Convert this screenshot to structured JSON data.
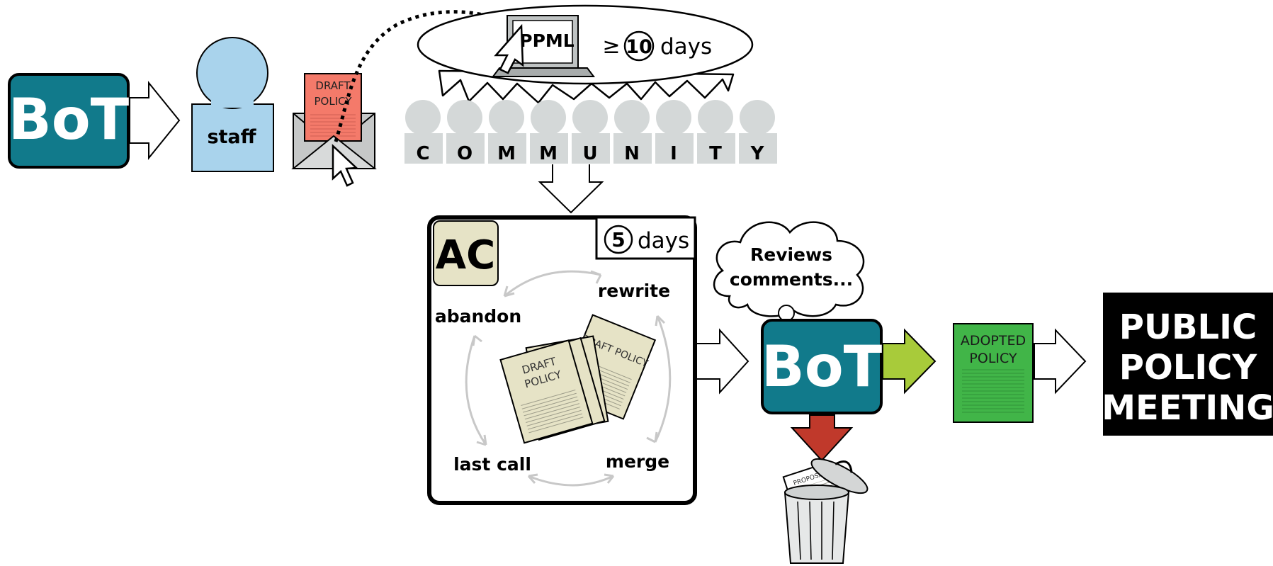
{
  "bot_left": {
    "label": "BoT"
  },
  "staff": {
    "label": "staff"
  },
  "draft_envelope": {
    "label_line1": "DRAFT",
    "label_line2": "POLICY"
  },
  "speech": {
    "ppml_label": "PPML",
    "ge_symbol": "≥",
    "days_number": "10",
    "days_label": "days"
  },
  "community": {
    "letters": [
      "C",
      "O",
      "M",
      "M",
      "U",
      "N",
      "I",
      "T",
      "Y"
    ]
  },
  "ac": {
    "badge": "AC",
    "days_number": "5",
    "days_label": "days",
    "rewrite": "rewrite",
    "abandon": "abandon",
    "last_call": "last call",
    "merge": "merge",
    "doc_front_line1": "DRAFT",
    "doc_front_line2": "POLICY",
    "doc_back": "DRAFT POLICY"
  },
  "thought": {
    "line1": "Reviews",
    "line2": "comments..."
  },
  "bot_right": {
    "label": "BoT"
  },
  "adopted": {
    "line1": "ADOPTED",
    "line2": "POLICY"
  },
  "trash": {
    "paper_label": "PROPOSAL"
  },
  "meeting": {
    "line1": "PUBLIC",
    "line2": "POLICY",
    "line3": "MEETING"
  },
  "colors": {
    "bot_teal": "#117a8b",
    "staff_blue": "#a9d3ec",
    "draft_red": "#f47a6a",
    "community_gray": "#d4d8d8",
    "ac_beige": "#e6e3c6",
    "lime_arrow": "#a8cb3a",
    "red_arrow": "#c0392b",
    "adopted_green": "#41b548"
  }
}
